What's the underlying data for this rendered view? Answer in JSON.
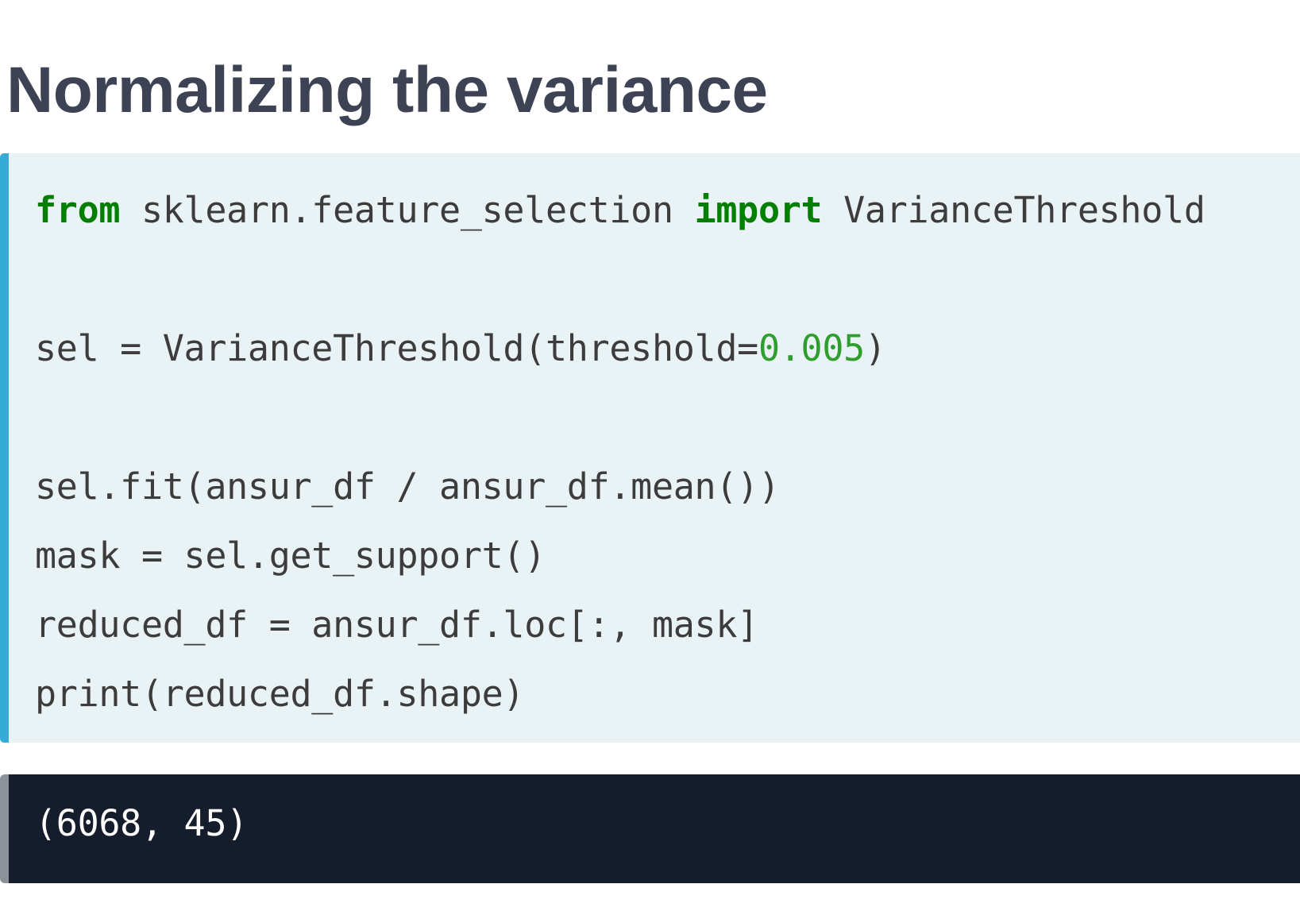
{
  "slide": {
    "title": "Normalizing the variance"
  },
  "code_block": {
    "language": "python",
    "accent_color": "#35acd7",
    "background_color": "#e9f2f4",
    "text_color": "#3c3c3c",
    "keyword_color": "#007f00",
    "number_color": "#2e9e2e",
    "lines": [
      {
        "index": 0,
        "text": "from sklearn.feature_selection import VarianceThreshold",
        "tokens": [
          {
            "text": "from",
            "type": "keyword"
          },
          {
            "text": " sklearn.feature_selection ",
            "type": "plain"
          },
          {
            "text": "import",
            "type": "keyword"
          },
          {
            "text": " VarianceThreshold",
            "type": "plain"
          }
        ]
      },
      {
        "index": 1,
        "text": "",
        "tokens": []
      },
      {
        "index": 2,
        "text": "sel = VarianceThreshold(threshold=0.005)",
        "tokens": [
          {
            "text": "sel = VarianceThreshold(threshold=",
            "type": "plain"
          },
          {
            "text": "0.005",
            "type": "number"
          },
          {
            "text": ")",
            "type": "plain"
          }
        ]
      },
      {
        "index": 3,
        "text": "",
        "tokens": []
      },
      {
        "index": 4,
        "text": "sel.fit(ansur_df / ansur_df.mean())",
        "tokens": [
          {
            "text": "sel.fit(ansur_df / ansur_df.mean())",
            "type": "plain"
          }
        ]
      },
      {
        "index": 5,
        "text": "mask = sel.get_support()",
        "tokens": [
          {
            "text": "mask = sel.get_support()",
            "type": "plain"
          }
        ]
      },
      {
        "index": 6,
        "text": "reduced_df = ansur_df.loc[:, mask]",
        "tokens": [
          {
            "text": "reduced_df = ansur_df.loc[:, mask]",
            "type": "plain"
          }
        ]
      },
      {
        "index": 7,
        "text": "print(reduced_df.shape)",
        "tokens": [
          {
            "text": "print(reduced_df.shape)",
            "type": "plain"
          }
        ]
      }
    ]
  },
  "output_block": {
    "accent_color": "#8b9299",
    "background_color": "#151c2b",
    "text_color": "#fdfdfd",
    "lines": [
      "(6068, 45)"
    ]
  }
}
